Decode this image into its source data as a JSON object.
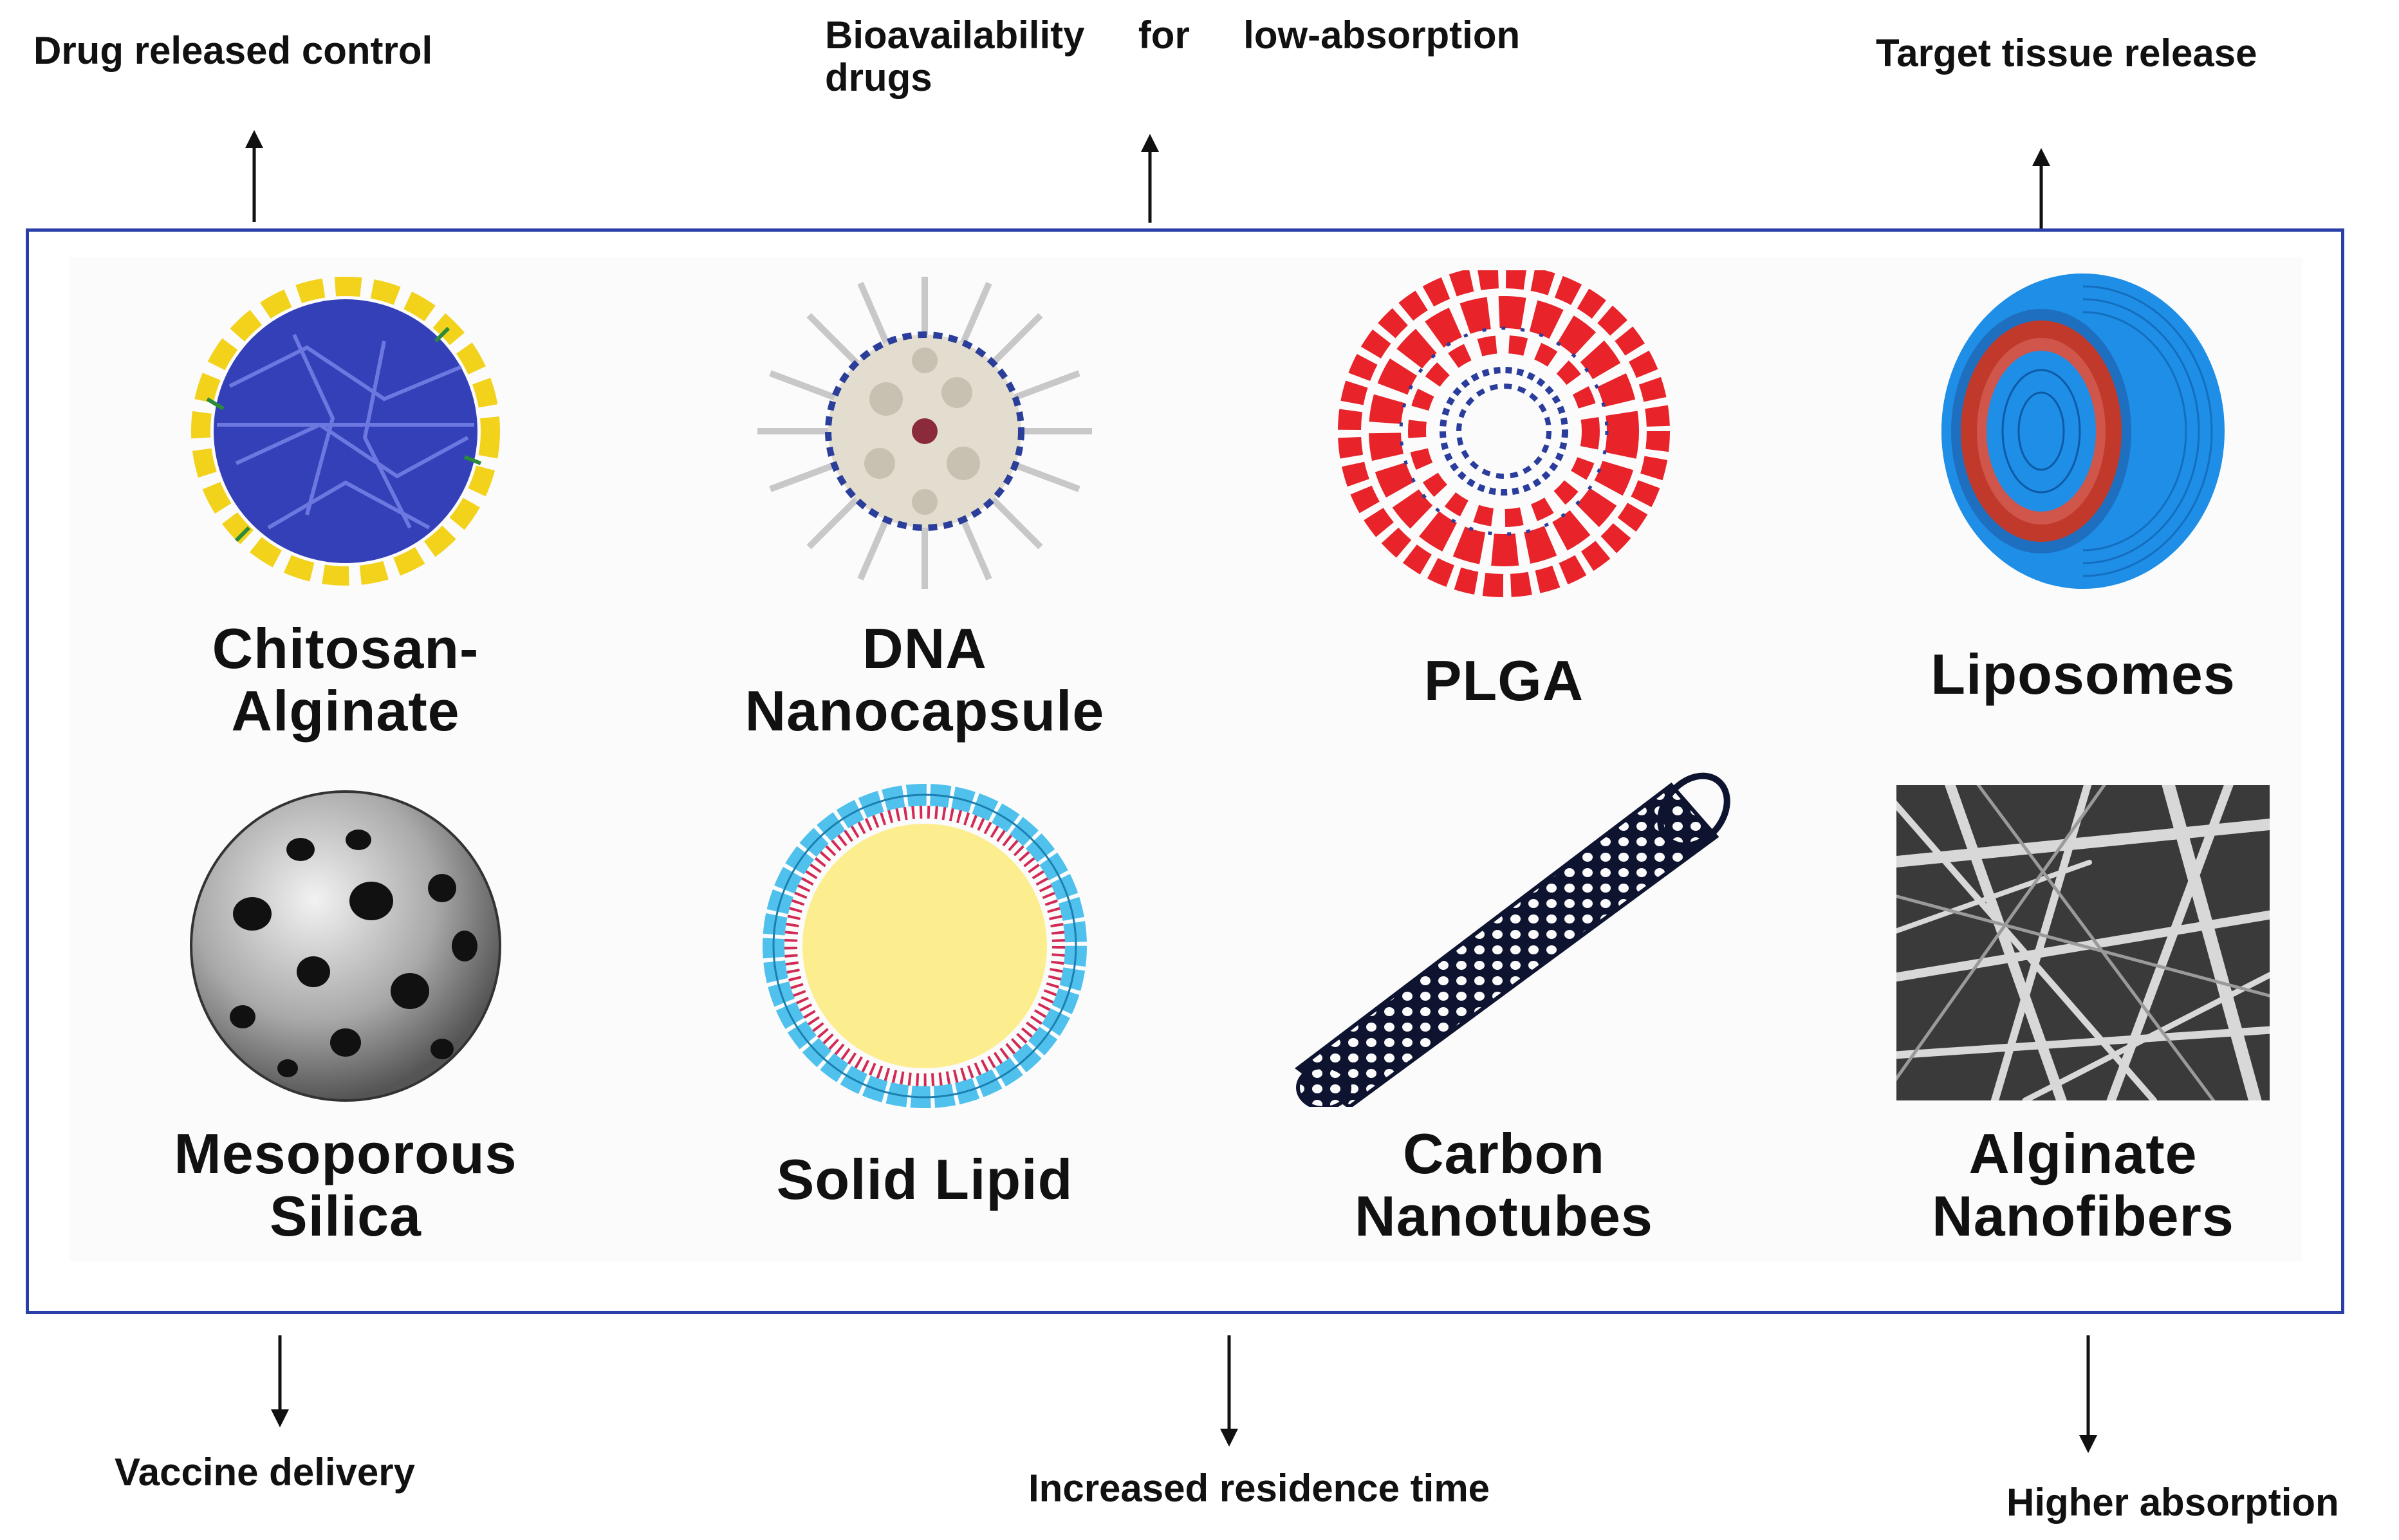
{
  "top_labels": {
    "drug_release": "Drug released control",
    "bioavailability_line1": "Bioavailability     for     low-absorption",
    "bioavailability_line2": "drugs",
    "target_tissue": "Target tissue release"
  },
  "bottom_labels": {
    "vaccine": "Vaccine delivery",
    "residence": "Increased residence time",
    "absorption": "Higher absorption"
  },
  "nanocarriers": {
    "chitosan": [
      "Chitosan-",
      "Alginate"
    ],
    "dna": [
      "DNA",
      "Nanocapsule"
    ],
    "plga": [
      "PLGA"
    ],
    "liposomes": [
      "Liposomes"
    ],
    "silica": [
      "Mesoporous",
      "Silica"
    ],
    "solid_lipid": [
      "Solid Lipid"
    ],
    "carbon": [
      "Carbon",
      "Nanotubes"
    ],
    "alginate_fibers": [
      "Alginate",
      "Nanofibers"
    ]
  },
  "colors": {
    "frame": "#2b3fa8",
    "chitosan_core": "#3340b8",
    "chitosan_shell": "#f2d21b",
    "plga_red": "#e8232a",
    "plga_blue": "#2a3d9c",
    "liposome_blue": "#1e8ee6",
    "liposome_red": "#c0392b",
    "lipid_core": "#fcee8f",
    "lipid_head": "#4fc1ec"
  }
}
